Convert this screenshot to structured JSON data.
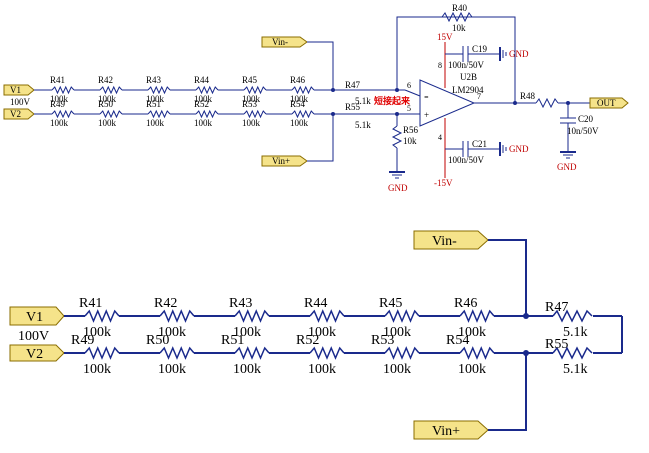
{
  "top": {
    "ports": {
      "v1": "V1",
      "v1_value": "100V",
      "v2": "V2",
      "vin_minus": "Vin-",
      "vin_plus": "Vin+",
      "out": "OUT"
    },
    "row1": [
      {
        "ref": "R41",
        "value": "100k"
      },
      {
        "ref": "R42",
        "value": "100k"
      },
      {
        "ref": "R43",
        "value": "100k"
      },
      {
        "ref": "R44",
        "value": "100k"
      },
      {
        "ref": "R45",
        "value": "100k"
      },
      {
        "ref": "R46",
        "value": "100k"
      }
    ],
    "row2": [
      {
        "ref": "R49",
        "value": "100k"
      },
      {
        "ref": "R50",
        "value": "100k"
      },
      {
        "ref": "R51",
        "value": "100k"
      },
      {
        "ref": "R52",
        "value": "100k"
      },
      {
        "ref": "R53",
        "value": "100k"
      },
      {
        "ref": "R54",
        "value": "100k"
      }
    ],
    "r47": {
      "ref": "R47",
      "value": "5.1k"
    },
    "r55": {
      "ref": "R55",
      "value": "5.1k"
    },
    "r40": {
      "ref": "R40",
      "value": "10k"
    },
    "r56": {
      "ref": "R56",
      "value": "10k"
    },
    "r48": {
      "ref": "R48"
    },
    "c19": {
      "ref": "C19",
      "value": "100n/50V"
    },
    "c21": {
      "ref": "C21",
      "value": "100n/50V"
    },
    "c20": {
      "ref": "C20",
      "value": "10n/50V"
    },
    "opamp": {
      "ref": "U2B",
      "part": "LM2904",
      "pin_neg": "6",
      "pin_pos": "5",
      "pin_out": "7",
      "pin_vcc": "8",
      "pin_vee": "4",
      "minus_sign": "-",
      "plus_sign": "+"
    },
    "supply_pos": "15V",
    "supply_neg": "-15V",
    "gnd": "GND",
    "note": "短接起来"
  },
  "bottom": {
    "ports": {
      "v1": "V1",
      "v1_value": "100V",
      "v2": "V2",
      "vin_minus": "Vin-",
      "vin_plus": "Vin+"
    },
    "row1": [
      {
        "ref": "R41",
        "value": "100k"
      },
      {
        "ref": "R42",
        "value": "100k"
      },
      {
        "ref": "R43",
        "value": "100k"
      },
      {
        "ref": "R44",
        "value": "100k"
      },
      {
        "ref": "R45",
        "value": "100k"
      },
      {
        "ref": "R46",
        "value": "100k"
      }
    ],
    "row2": [
      {
        "ref": "R49",
        "value": "100k"
      },
      {
        "ref": "R50",
        "value": "100k"
      },
      {
        "ref": "R51",
        "value": "100k"
      },
      {
        "ref": "R52",
        "value": "100k"
      },
      {
        "ref": "R53",
        "value": "100k"
      },
      {
        "ref": "R54",
        "value": "100k"
      }
    ],
    "r47": {
      "ref": "R47",
      "value": "5.1k"
    },
    "r55": {
      "ref": "R55",
      "value": "5.1k"
    }
  },
  "colors": {
    "wire": "#1a2a8c",
    "supply": "#c00000",
    "note": "#e00000",
    "port_fill": "#f5e38a"
  }
}
